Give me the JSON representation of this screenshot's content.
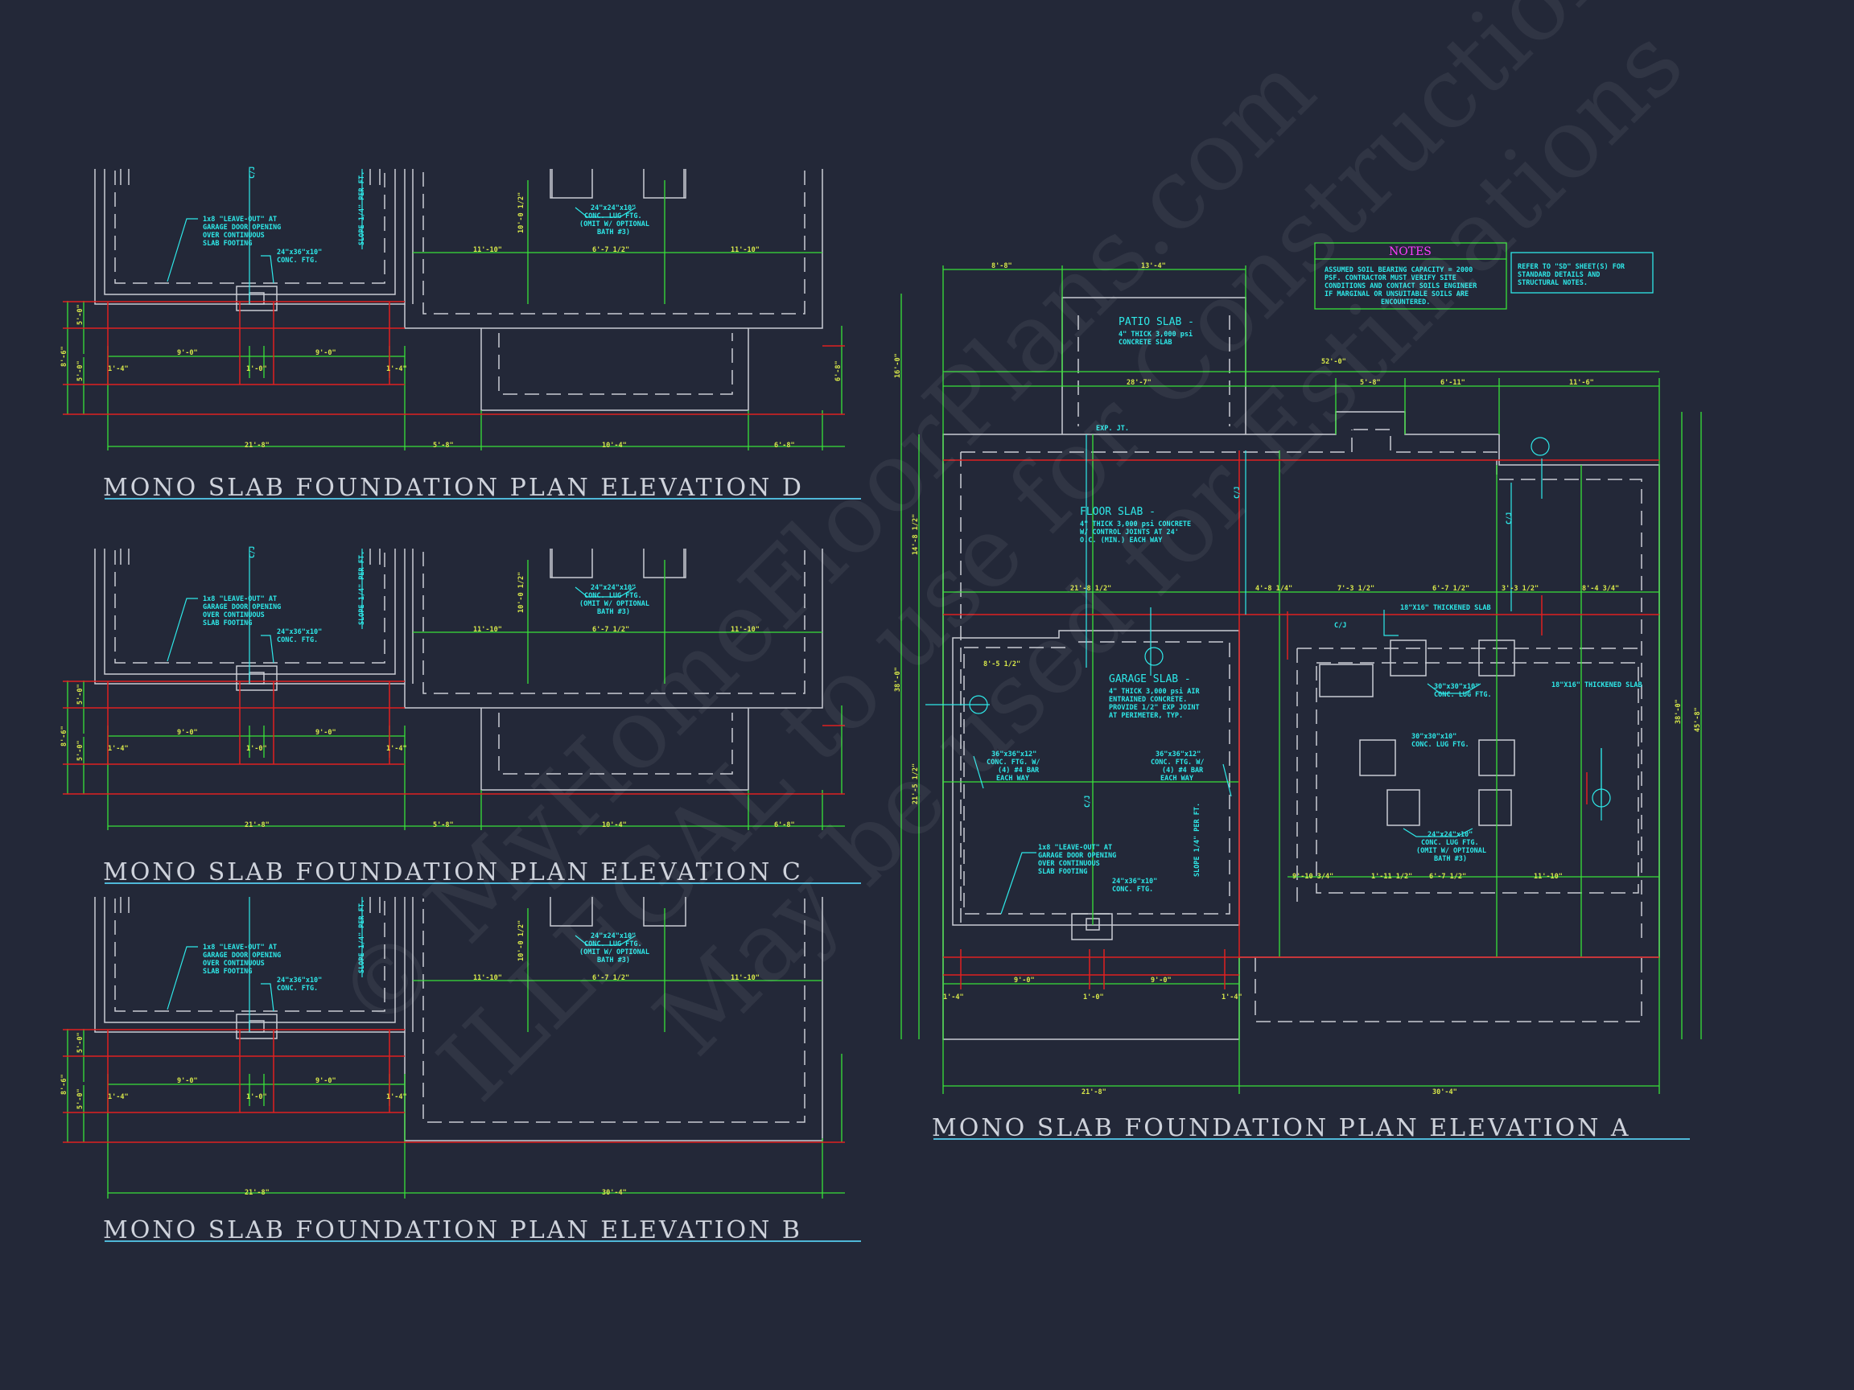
{
  "titles": {
    "elev_d": "MONO SLAB FOUNDATION PLAN ELEVATION D",
    "elev_c": "MONO SLAB FOUNDATION PLAN ELEVATION C",
    "elev_b": "MONO SLAB FOUNDATION PLAN ELEVATION B",
    "elev_a": "MONO SLAB FOUNDATION PLAN ELEVATION A"
  },
  "small": {
    "leave_out": [
      "1x8 \"LEAVE-OUT\" AT",
      "GARAGE DOOR OPENING",
      "OVER CONTINUOUS",
      "SLAB FOOTING"
    ],
    "ftg_24x36": [
      "24\"x36\"x10\"",
      "CONC. FTG."
    ],
    "lug_ftg": [
      "24\"x24\"x10\"",
      "CONC. LUG FTG.",
      "(OMIT W/ OPTIONAL",
      "BATH #3)"
    ],
    "slope": "SLOPE 1/4\" PER FT.",
    "cl": "C/J",
    "dims": {
      "d_5_0": "5'-0\"",
      "d_9_0": "9'-0\"",
      "d_1_0": "1'-0\"",
      "d_1_4": "1'-4\"",
      "d_21_8": "21'-8\"",
      "d_5_8": "5'-8\"",
      "d_10_4": "10'-4\"",
      "d_6_8": "6'-8\"",
      "d_30_4": "30'-4\"",
      "d_11_10": "11'-10\"",
      "d_6_7h": "6'-7 1/2\"",
      "d_10_0h": "10'-0 1/2\"",
      "d_8_6": "8'-6\""
    }
  },
  "elev_a": {
    "patio": {
      "title": "PATIO SLAB -",
      "lines": [
        "4\" THICK 3,000 psi",
        "CONCRETE SLAB"
      ]
    },
    "floor": {
      "title": "FLOOR SLAB -",
      "lines": [
        "4\" THICK 3,000 psi CONCRETE",
        "W/ CONTROL JOINTS AT 24'",
        "O.C. (MIN.) EACH WAY"
      ]
    },
    "garage": {
      "title": "GARAGE SLAB -",
      "lines": [
        "4\" THICK 3,000 psi AIR",
        "ENTRAINED CONCRETE.",
        "PROVIDE 1/2\" EXP JOINT",
        "AT PERIMETER, TYP."
      ]
    },
    "exp_jt": "EXP. JT.",
    "thick_slab": "18\"X16\" THICKENED SLAB",
    "lug_30": [
      "30\"x30\"x10\"",
      "CONC. LUG FTG."
    ],
    "ftg_36": [
      "36\"x36\"x12\"",
      "CONC. FTG. W/",
      "(4) #4 BAR",
      "EACH WAY"
    ],
    "dims": {
      "top_8_8": "8'-8\"",
      "top_13_4": "13'-4\"",
      "d_52_0": "52'-0\"",
      "d_28_7": "28'-7\"",
      "d_5_8": "5'-8\"",
      "d_6_11": "6'-11\"",
      "d_11_6": "11'-6\"",
      "d_21_8h": "21'-8 1/2\"",
      "d_4_8": "4'-8 1/4\"",
      "d_7_3": "7'-3 1/2\"",
      "d_6_7": "6'-7 1/2\"",
      "d_3_3": "3'-3 1/2\"",
      "d_8_4": "8'-4 3/4\"",
      "d_8_5": "8'-5 1/2\"",
      "d_9_0": "9'-0\"",
      "d_1_0": "1'-0\"",
      "d_1_4": "1'-4\"",
      "d_21_8": "21'-8\"",
      "d_30_4": "30'-4\"",
      "d_38_0": "38'-0\"",
      "d_45_8": "45'-8\"",
      "d_16_0": "16'-0\"",
      "d_14_8": "14'-8 1/2\"",
      "d_21_5": "21'-5 1/2\"",
      "d_9_10": "9'-10 3/4\"",
      "d_1_11": "1'-11 1/2\"",
      "d_11_10": "11'-10\""
    }
  },
  "notes": {
    "header": "NOTES",
    "lines": [
      "ASSUMED SOIL BEARING CAPACITY = 2000",
      "PSF.  CONTRACTOR MUST VERIFY SITE",
      "CONDITIONS AND CONTACT SOILS ENGINEER",
      "IF MARGINAL OR UNSUITABLE SOILS ARE",
      "ENCOUNTERED."
    ],
    "refer": [
      "REFER TO \"SD\" SHEET(S) FOR",
      "STANDARD DETAILS AND",
      "STRUCTURAL NOTES."
    ]
  },
  "watermark": {
    "line1": "© MyHomeFloorPlans.com",
    "line2": "ILLEGAL to use for Construction",
    "line3": "May be used for Estimations"
  },
  "colors": {
    "background": "#232838",
    "walls": "#c9ccd4",
    "dimension": "#38e038",
    "footing": "#e02020",
    "annotation": "#2ee8e8",
    "notes_header": "#ff3cff"
  }
}
